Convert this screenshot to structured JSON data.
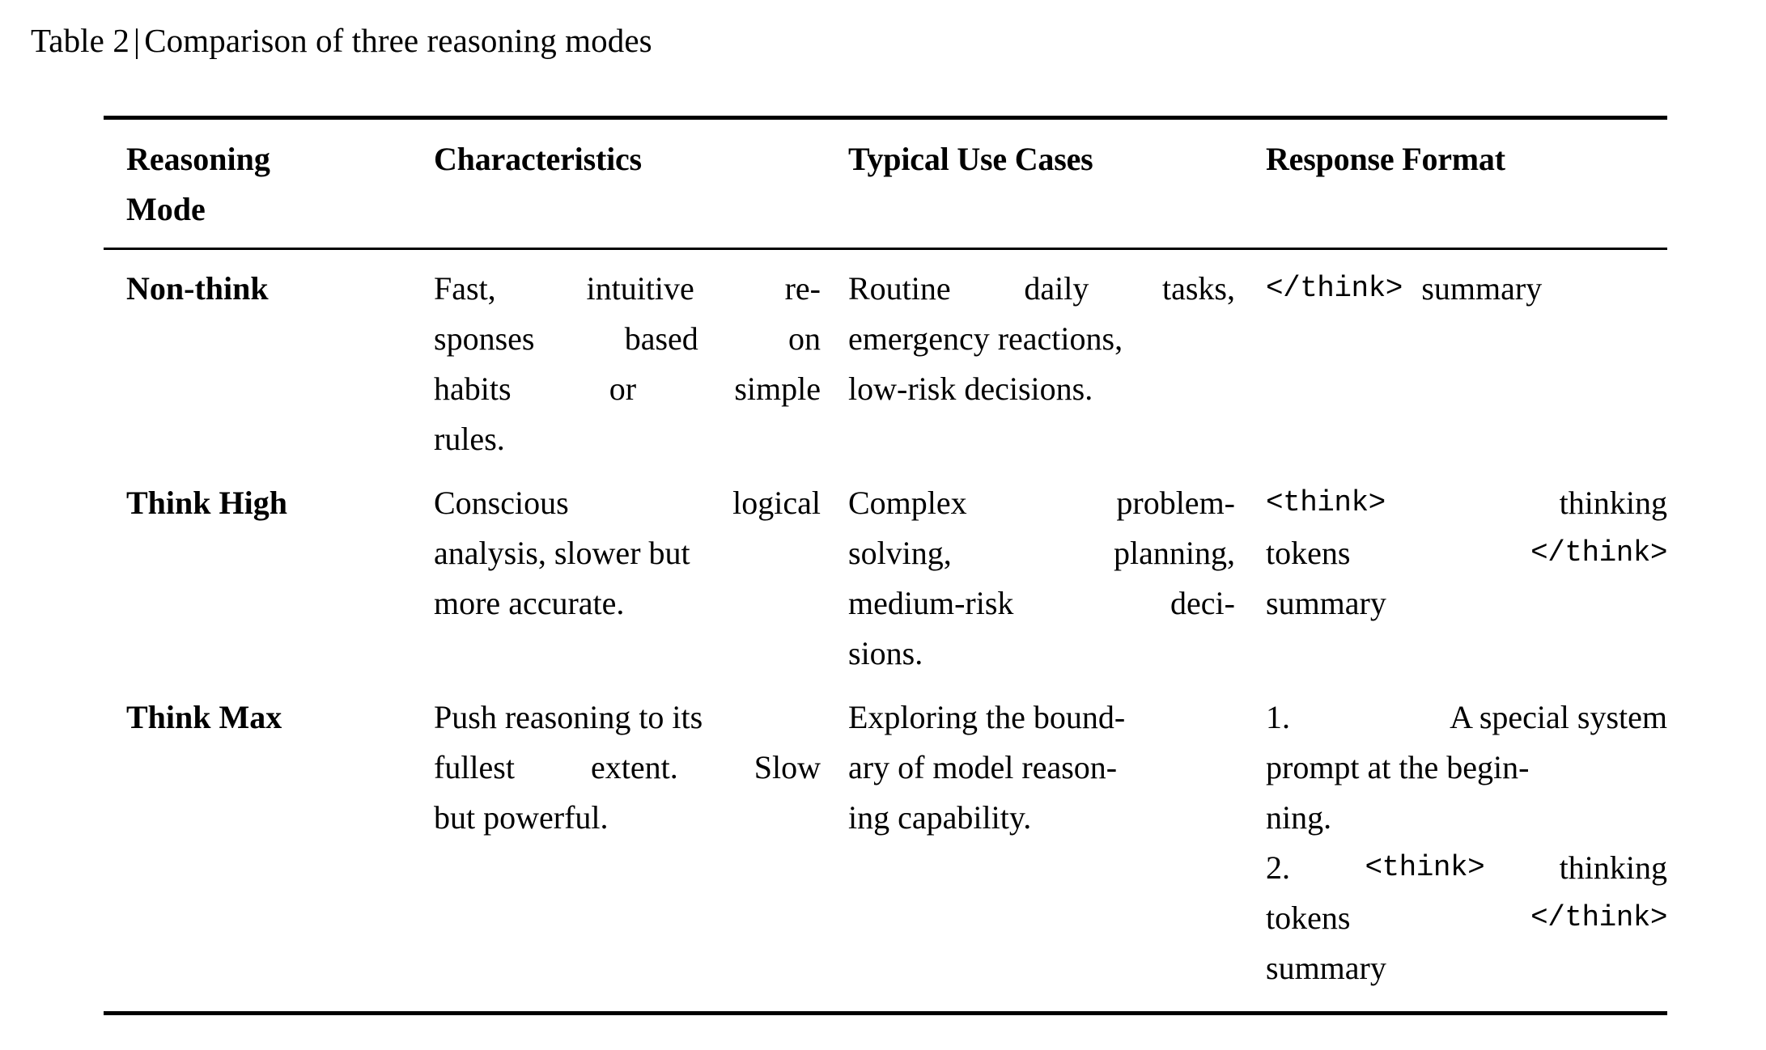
{
  "caption": {
    "label": "Table 2",
    "separator": "|",
    "title": "Comparison of three reasoning modes"
  },
  "table": {
    "columns": [
      {
        "id": "reasoning-mode",
        "header_line1": "Reasoning",
        "header_line2": "Mode"
      },
      {
        "id": "characteristics",
        "header_line1": "Characteristics",
        "header_line2": ""
      },
      {
        "id": "typical-use-cases",
        "header_line1": "Typical Use Cases",
        "header_line2": ""
      },
      {
        "id": "response-format",
        "header_line1": "Response Format",
        "header_line2": ""
      }
    ],
    "rows": [
      {
        "mode": "Non-think",
        "characteristics": "Fast, intuitive responses based on habits or simple rules.",
        "characteristics_lines": [
          [
            "Fast,",
            "intuitive",
            "re-"
          ],
          [
            "sponses",
            "based",
            "on"
          ],
          [
            "habits",
            "or",
            "simple"
          ],
          [
            "rules."
          ]
        ],
        "use_cases": "Routine daily tasks, emergency reactions, low-risk decisions.",
        "use_cases_lines": [
          [
            "Routine",
            "daily",
            "tasks,"
          ],
          [
            "emergency reactions,"
          ],
          [
            "low-risk decisions."
          ]
        ],
        "response_format": "</think> summary",
        "response_format_lines": [
          [
            {
              "text": "</think>",
              "style": "mono"
            },
            {
              "text": "summary",
              "style": "serif"
            }
          ]
        ]
      },
      {
        "mode": "Think High",
        "characteristics": "Conscious logical analysis, slower but more accurate.",
        "characteristics_lines": [
          [
            "Conscious",
            "logical"
          ],
          [
            "analysis, slower but"
          ],
          [
            "more accurate."
          ]
        ],
        "use_cases": "Complex problem-solving, planning, medium-risk decisions.",
        "use_cases_lines": [
          [
            "Complex",
            "problem-"
          ],
          [
            "solving,",
            "planning,"
          ],
          [
            "medium-risk",
            "deci-"
          ],
          [
            "sions."
          ]
        ],
        "response_format": "<think> thinking tokens </think> summary",
        "response_format_lines": [
          [
            {
              "text": "<think>",
              "style": "mono"
            },
            {
              "text": "thinking",
              "style": "serif"
            }
          ],
          [
            {
              "text": "tokens",
              "style": "serif"
            },
            {
              "text": "</think>",
              "style": "mono"
            }
          ],
          [
            {
              "text": "summary",
              "style": "serif"
            }
          ]
        ]
      },
      {
        "mode": "Think Max",
        "characteristics": "Push reasoning to its fullest extent. Slow but powerful.",
        "characteristics_lines": [
          [
            "Push reasoning to its"
          ],
          [
            "fullest",
            "extent.",
            "Slow"
          ],
          [
            "but powerful."
          ]
        ],
        "use_cases": "Exploring the boundary of model reasoning capability.",
        "use_cases_lines": [
          [
            "Exploring the bound-"
          ],
          [
            "ary of model reason-"
          ],
          [
            "ing capability."
          ]
        ],
        "response_format": "1. A special system prompt at the beginning. 2. <think> thinking tokens </think> summary",
        "response_format_lines": [
          [
            {
              "text": "1.",
              "style": "serif"
            },
            {
              "text": "A special system",
              "style": "serif"
            }
          ],
          [
            {
              "text": "prompt at the begin-",
              "style": "serif"
            }
          ],
          [
            {
              "text": "ning.",
              "style": "serif"
            }
          ],
          [
            {
              "text": "2.",
              "style": "serif"
            },
            {
              "text": "<think>",
              "style": "mono"
            },
            {
              "text": "thinking",
              "style": "serif"
            }
          ],
          [
            {
              "text": "tokens",
              "style": "serif"
            },
            {
              "text": "</think>",
              "style": "mono"
            }
          ],
          [
            {
              "text": "summary",
              "style": "serif"
            }
          ]
        ]
      }
    ]
  },
  "colors": {
    "text": "#000000",
    "background": "#ffffff",
    "rule": "#000000"
  }
}
